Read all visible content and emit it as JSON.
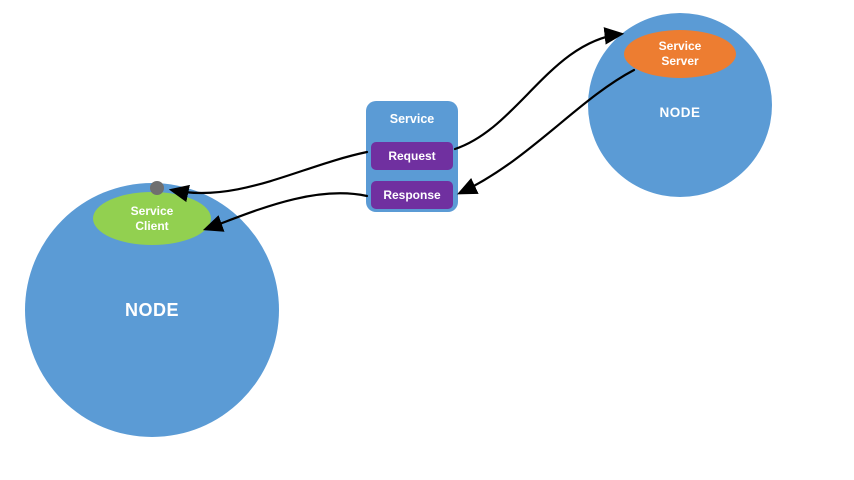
{
  "diagram": {
    "left_node": {
      "label": "NODE"
    },
    "right_node": {
      "label": "NODE"
    },
    "service_client": {
      "label": "Service Client"
    },
    "service_server": {
      "label": "Service Server"
    },
    "service_box": {
      "title": "Service",
      "request_label": "Request",
      "response_label": "Response"
    },
    "colors": {
      "node_blue": "#5b9bd5",
      "client_green": "#92d050",
      "server_orange": "#ed7d31",
      "message_purple": "#7030a0",
      "dot_gray": "#6f6f6f",
      "arrow_black": "#000000"
    }
  }
}
